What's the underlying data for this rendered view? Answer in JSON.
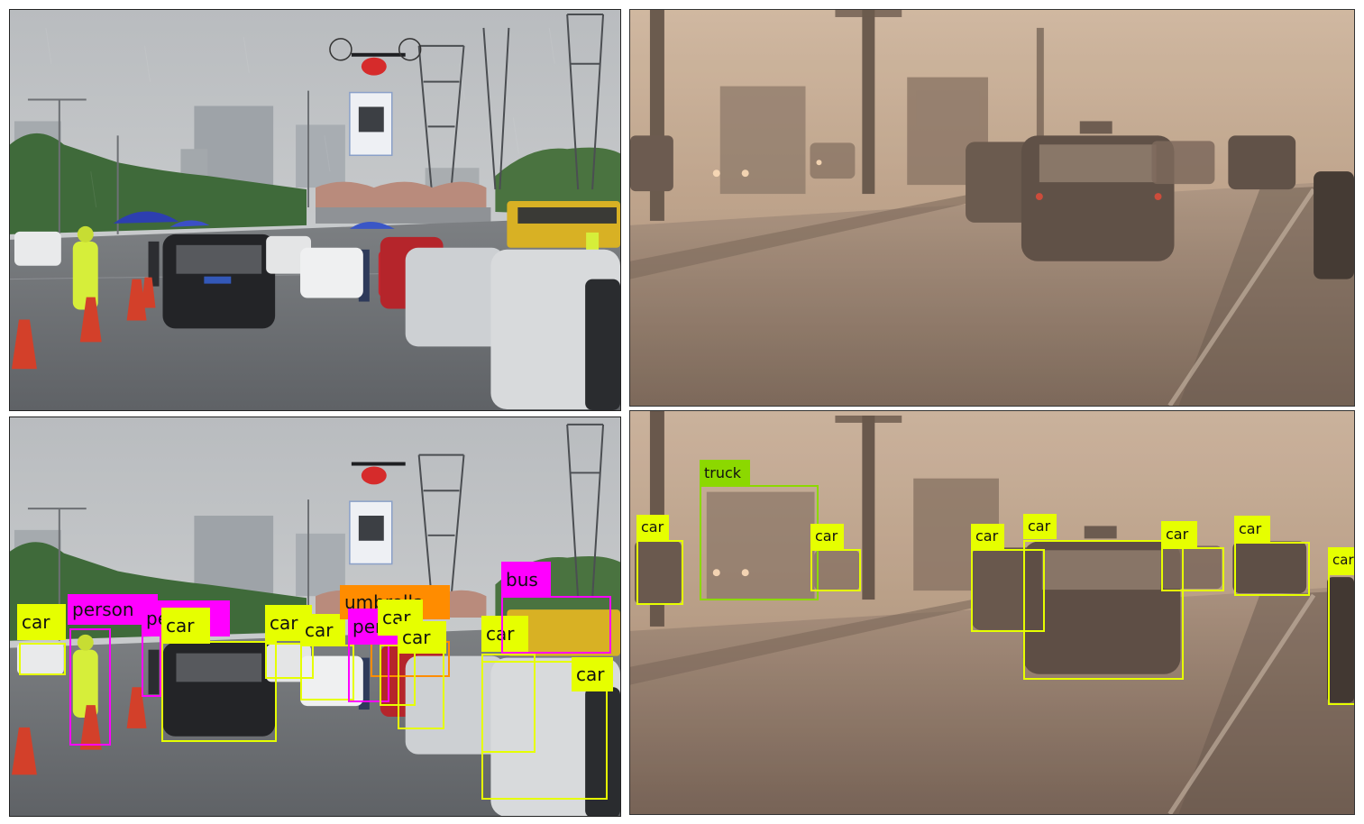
{
  "panels": {
    "rain_original": {},
    "fog_original": {},
    "rain_detected": {
      "detections": [
        {
          "label": "car",
          "color": "#e6ff00"
        },
        {
          "label": "person",
          "color": "#ff00ff"
        },
        {
          "label": "person",
          "color": "#ff00ff"
        },
        {
          "label": "car",
          "color": "#e6ff00"
        },
        {
          "label": "car",
          "color": "#e6ff00"
        },
        {
          "label": "car",
          "color": "#e6ff00"
        },
        {
          "label": "umbrella",
          "color": "#ff8c00"
        },
        {
          "label": "person",
          "color": "#ff00ff"
        },
        {
          "label": "car",
          "color": "#e6ff00"
        },
        {
          "label": "car",
          "color": "#e6ff00"
        },
        {
          "label": "car",
          "color": "#e6ff00"
        },
        {
          "label": "bus",
          "color": "#ff00ff"
        },
        {
          "label": "car",
          "color": "#e6ff00"
        }
      ]
    },
    "fog_detected": {
      "detections": [
        {
          "label": "truck",
          "color": "#8cd800"
        },
        {
          "label": "car",
          "color": "#e6ff00"
        },
        {
          "label": "car",
          "color": "#e6ff00"
        },
        {
          "label": "car",
          "color": "#e6ff00"
        },
        {
          "label": "car",
          "color": "#e6ff00"
        },
        {
          "label": "car",
          "color": "#e6ff00"
        },
        {
          "label": "car",
          "color": "#e6ff00"
        },
        {
          "label": "car",
          "color": "#e6ff00"
        }
      ]
    }
  }
}
